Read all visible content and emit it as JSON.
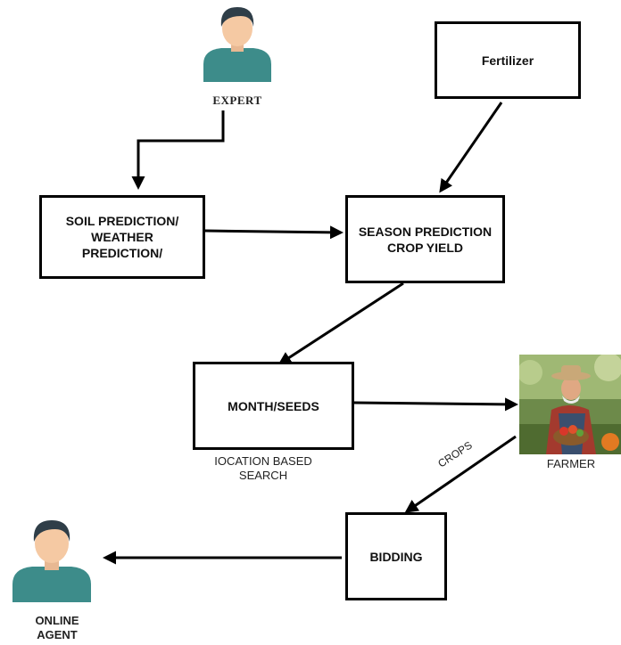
{
  "nodes": {
    "fertilizer": "Fertilizer",
    "soil": [
      "SOIL PREDICTION/",
      "WEATHER",
      "PREDICTION/"
    ],
    "season": [
      "SEASON PREDICTION",
      "CROP YIELD"
    ],
    "month": "MONTH/SEEDS",
    "bidding": "BIDDING"
  },
  "labels": {
    "expert": "EXPERT",
    "location": [
      "IOCATION BASED",
      "SEARCH"
    ],
    "crops": "CROPS",
    "farmer": "FARMER",
    "online_agent": [
      "ONLINE",
      "AGENT"
    ]
  },
  "icons": {
    "expert": "user-avatar-icon",
    "online_agent": "user-avatar-icon",
    "farmer": "farmer-photo"
  },
  "colors": {
    "avatar_shirt": "#3d8c8a",
    "avatar_skin": "#f5c9a3",
    "avatar_hair": "#2f3e48",
    "line": "#000000"
  }
}
